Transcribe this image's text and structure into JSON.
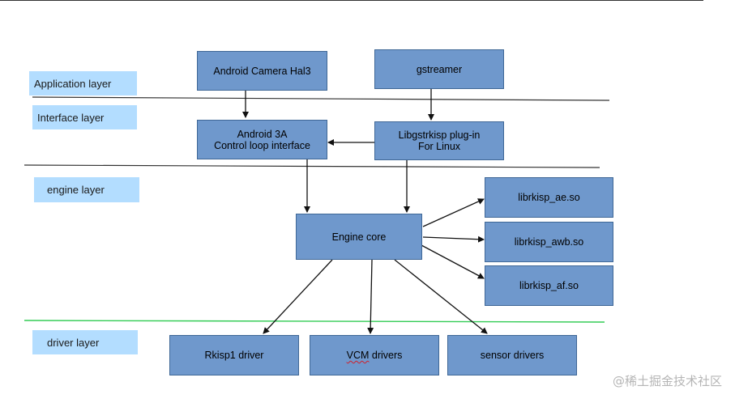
{
  "layers": {
    "application": "Application layer",
    "interface": "Interface  layer",
    "engine": "engine layer",
    "driver": "driver layer"
  },
  "nodes": {
    "android_hal3": "Android Camera Hal3",
    "gstreamer": "gstreamer",
    "android_3a_line1": "Android 3A",
    "android_3a_line2": "Control loop interface",
    "gst_plugin_line1": "Libgstrkisp plug-in",
    "gst_plugin_line2": "For Linux",
    "engine_core": "Engine core",
    "librkisp_ae": "librkisp_ae.so",
    "librkisp_awb": "librkisp_awb.so",
    "librkisp_af": "librkisp_af.so",
    "rkisp1_driver": "Rkisp1 driver",
    "vcm_prefix": "VCM",
    "vcm_suffix": " drivers",
    "sensor_drivers": "sensor drivers"
  },
  "watermark": "@稀土掘金技术社区",
  "colors": {
    "node_fill": "#6f98cc",
    "node_border": "#3f6796",
    "layer_label_fill": "#b3ddff",
    "separator": "#333333",
    "driver_separator": "#33cc55",
    "arrow": "#111111"
  }
}
